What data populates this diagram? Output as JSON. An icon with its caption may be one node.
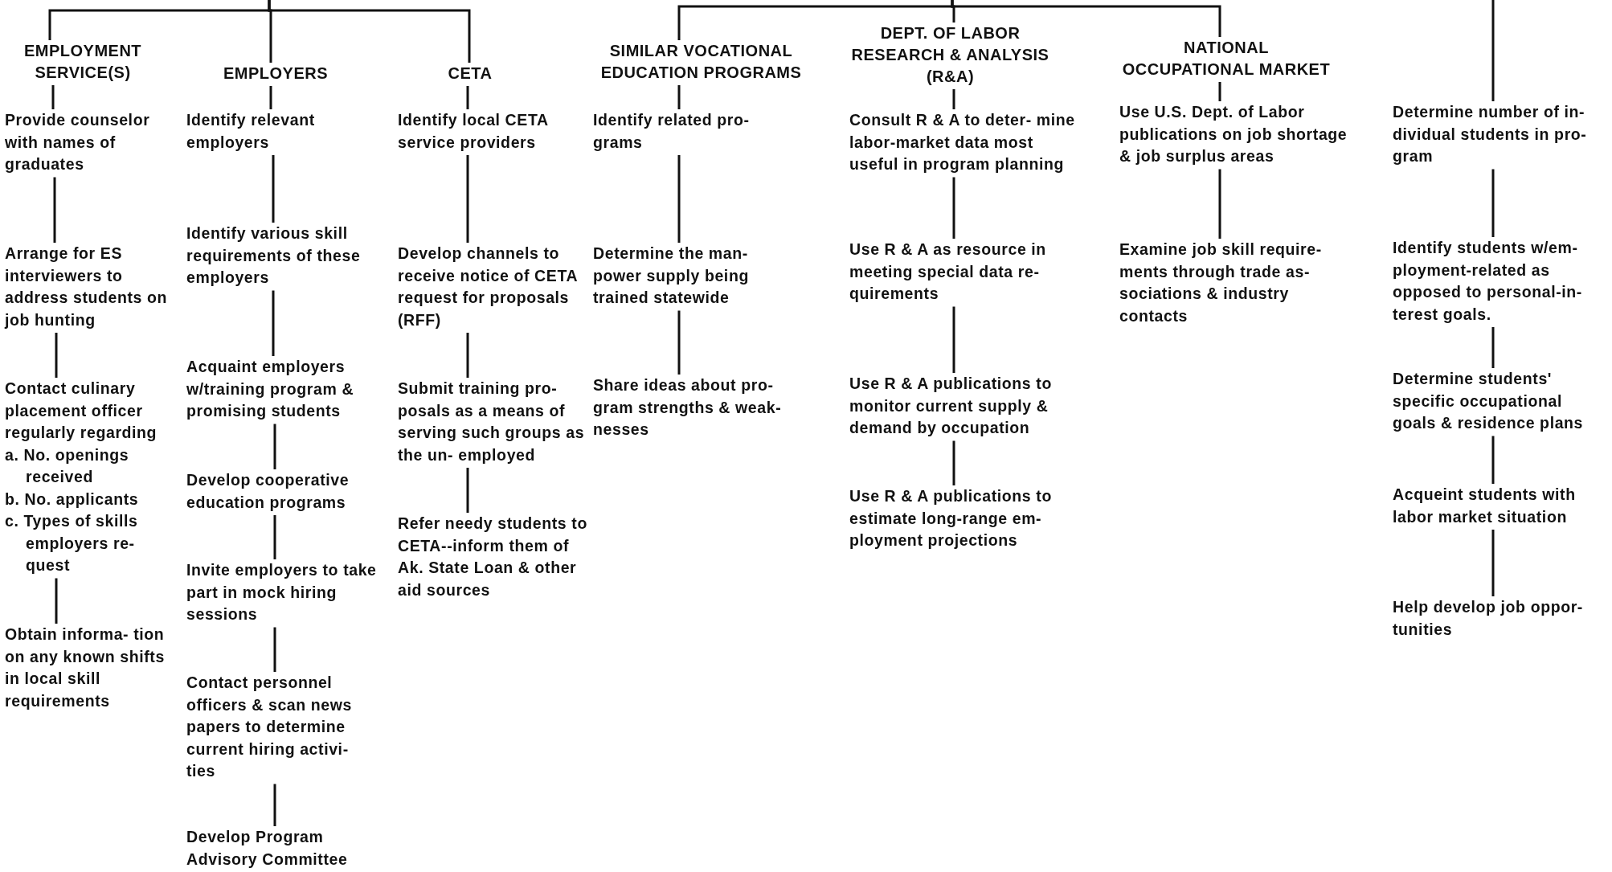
{
  "diagram": {
    "nodes": [
      {
        "text": [
          "EMPLOYMENT SERVICE(S)"
        ]
      },
      {
        "text": [
          "Provide counselor with names of graduates"
        ]
      },
      {
        "text": [
          "Arrange for ES interviewers to address students on job hunting"
        ]
      },
      {
        "text": [
          "Contact culinary placement officer regularly regarding",
          "a. No. openings received",
          "b. No. applicants",
          "c. Types of skills employers re- quest"
        ]
      },
      {
        "text": [
          "Obtain informa- tion on any known shifts in local skill requirements"
        ]
      },
      {
        "text": [
          "EMPLOYERS"
        ]
      },
      {
        "text": [
          "Identify relevant employers"
        ]
      },
      {
        "text": [
          "Identify various skill requirements of these employers"
        ]
      },
      {
        "text": [
          "Acquaint employers w/training program & promising students"
        ]
      },
      {
        "text": [
          "Develop cooperative education programs"
        ]
      },
      {
        "text": [
          "Invite employers to take part in mock hiring sessions"
        ]
      },
      {
        "text": [
          "Contact personnel officers & scan news papers to determine current hiring activi- ties"
        ]
      },
      {
        "text": [
          "Develop Program Advisory Committee"
        ]
      },
      {
        "text": [
          "CETA"
        ]
      },
      {
        "text": [
          "Identify local CETA service providers"
        ]
      },
      {
        "text": [
          "Develop channels to receive notice of CETA request for proposals (RFF)"
        ]
      },
      {
        "text": [
          "Submit training pro- posals as a means of serving such groups as the un- employed"
        ]
      },
      {
        "text": [
          "Refer needy students to CETA--inform them of Ak. State Loan & other aid sources"
        ]
      },
      {
        "text": [
          "SIMILAR VOCATIONAL EDUCATION PROGRAMS"
        ]
      },
      {
        "text": [
          "Identify related pro- grams"
        ]
      },
      {
        "text": [
          "Determine the man- power supply being trained statewide"
        ]
      },
      {
        "text": [
          "Share ideas about pro- gram strengths & weak- nesses"
        ]
      },
      {
        "text": [
          "DEPT. OF LABOR RESEARCH & ANALYSIS (R&A)"
        ]
      },
      {
        "text": [
          "Consult R & A to deter- mine labor-market data most useful in program planning"
        ]
      },
      {
        "text": [
          "Use R & A as resource in meeting special data re- quirements"
        ]
      },
      {
        "text": [
          "Use R & A publications to monitor current supply & demand by occupation"
        ]
      },
      {
        "text": [
          "Use R & A publications to estimate long-range em- ployment projections"
        ]
      },
      {
        "text": [
          "NATIONAL OCCUPATIONAL MARKET"
        ]
      },
      {
        "text": [
          "Use U.S. Dept. of Labor publications on job shortage & job surplus areas"
        ]
      },
      {
        "text": [
          "Examine job skill require- ments through trade as- sociations & industry contacts"
        ]
      },
      {
        "text": [
          "Determine number of in- dividual students in pro- gram"
        ]
      },
      {
        "text": [
          "Identify students w/em- ployment-related as opposed to personal-in- terest goals."
        ]
      },
      {
        "text": [
          "Determine students' specific occupational goals & residence plans"
        ]
      },
      {
        "text": [
          "Acqueint students with labor market situation"
        ]
      },
      {
        "text": [
          "Help develop job oppor- tunities"
        ]
      }
    ],
    "edges": [
      {
        "from": null,
        "to": 0,
        "arrow": "none"
      },
      {
        "from": null,
        "to": 5,
        "arrow": "none"
      },
      {
        "from": null,
        "to": 13,
        "arrow": "none"
      },
      {
        "from": null,
        "to": 18,
        "arrow": "none"
      },
      {
        "from": null,
        "to": 22,
        "arrow": "none"
      },
      {
        "from": null,
        "to": 27,
        "arrow": "none"
      },
      {
        "from": null,
        "to": 30,
        "arrow": "none"
      },
      {
        "from": 0,
        "to": 1,
        "arrow": "none"
      },
      {
        "from": 1,
        "to": 2,
        "arrow": "none"
      },
      {
        "from": 2,
        "to": 3,
        "arrow": "none"
      },
      {
        "from": 3,
        "to": 4,
        "arrow": "none"
      },
      {
        "from": 5,
        "to": 6,
        "arrow": "none"
      },
      {
        "from": 6,
        "to": 7,
        "arrow": "none"
      },
      {
        "from": 7,
        "to": 8,
        "arrow": "none"
      },
      {
        "from": 8,
        "to": 9,
        "arrow": "none"
      },
      {
        "from": 9,
        "to": 10,
        "arrow": "none"
      },
      {
        "from": 10,
        "to": 11,
        "arrow": "none"
      },
      {
        "from": 11,
        "to": 12,
        "arrow": "none"
      },
      {
        "from": 13,
        "to": 14,
        "arrow": "none"
      },
      {
        "from": 14,
        "to": 15,
        "arrow": "none"
      },
      {
        "from": 15,
        "to": 16,
        "arrow": "none"
      },
      {
        "from": 16,
        "to": 17,
        "arrow": "none"
      },
      {
        "from": 18,
        "to": 19,
        "arrow": "none"
      },
      {
        "from": 19,
        "to": 20,
        "arrow": "none"
      },
      {
        "from": 20,
        "to": 21,
        "arrow": "none"
      },
      {
        "from": 22,
        "to": 23,
        "arrow": "none"
      },
      {
        "from": 23,
        "to": 24,
        "arrow": "none"
      },
      {
        "from": 24,
        "to": 25,
        "arrow": "none"
      },
      {
        "from": 25,
        "to": 26,
        "arrow": "none"
      },
      {
        "from": 27,
        "to": 28,
        "arrow": "none"
      },
      {
        "from": 28,
        "to": 29,
        "arrow": "none"
      },
      {
        "from": 30,
        "to": 31,
        "arrow": "none"
      },
      {
        "from": 31,
        "to": 32,
        "arrow": "none"
      },
      {
        "from": 32,
        "to": 33,
        "arrow": "none"
      },
      {
        "from": 33,
        "to": 34,
        "arrow": "none"
      }
    ]
  }
}
